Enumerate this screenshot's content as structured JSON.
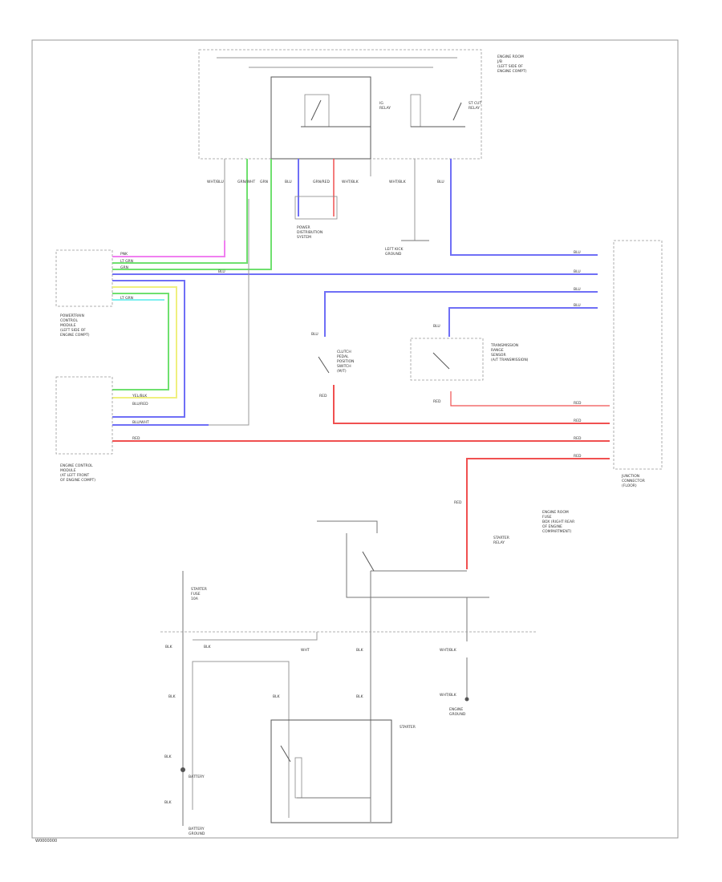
{
  "components": {
    "relay_box": [
      "ENGINE ROOM",
      "J/B",
      "(LEFT SIDE OF",
      "ENGINE COMPT)"
    ],
    "ig_relay": [
      "IG",
      "RELAY"
    ],
    "st_cut_relay": [
      "ST CUT",
      "RELAY"
    ],
    "power_dist_system": [
      "POWER",
      "DISTRIBUTION",
      "SYSTEM"
    ],
    "left_kick_ground": [
      "LEFT KICK",
      "GROUND"
    ],
    "powertrain_module": [
      "POWERTRAIN",
      "CONTROL",
      "MODULE",
      "(LEFT SIDE OF",
      "ENGINE COMPT)"
    ],
    "engine_control_unit": [
      "ENGINE CONTROL",
      "MODULE",
      "(AT LEFT FRONT",
      "OF ENGINE COMPT)"
    ],
    "clutch_switch": [
      "CLUTCH",
      "PEDAL",
      "POSITION",
      "SWITCH",
      "(M/T)"
    ],
    "trans_range_sensor": [
      "TRANSMISSION",
      "RANGE",
      "SENSOR",
      "(A/T TRANSMISSION)"
    ],
    "junction_connector": [
      "JUNCTION",
      "CONNECTOR",
      "(FLOOR)"
    ],
    "fuse_box_right": [
      "ENGINE ROOM",
      "FUSE",
      "BOX (RIGHT REAR",
      "OF ENGINE",
      "COMPARTMENT)"
    ],
    "starter_relay": [
      "STARTER",
      "RELAY"
    ],
    "starter_fuse": [
      "STARTER",
      "FUSE",
      "10A"
    ],
    "battery": [
      "BATTERY"
    ],
    "battery_ground": [
      "BATTERY",
      "GROUND"
    ],
    "starter": [
      "STARTER"
    ],
    "engine_ground": [
      "ENGINE",
      "GROUND"
    ]
  },
  "wires": {
    "wht_blu": "WHT/BLU",
    "grn_wht": "GRN/WHT",
    "grn": "GRN",
    "blu": "BLU",
    "grn_red": "GRN/RED",
    "wht_blk": "WHT/BLK",
    "red": "RED",
    "blk": "BLK",
    "wht": "WHT",
    "pnk": "PNK",
    "lt_grn": "LT GRN",
    "yel_blk": "YEL/BLK",
    "blu_red": "BLU/RED",
    "blu_wht": "BLU/WHT"
  },
  "footer": {
    "code": "W0000000"
  },
  "colors": {
    "blue": "#6f6ff6",
    "red": "#f05050",
    "green": "#6fe06f",
    "pink": "#f07ff0",
    "cyan": "#7ff0f0",
    "yellow": "#f0f07f"
  }
}
